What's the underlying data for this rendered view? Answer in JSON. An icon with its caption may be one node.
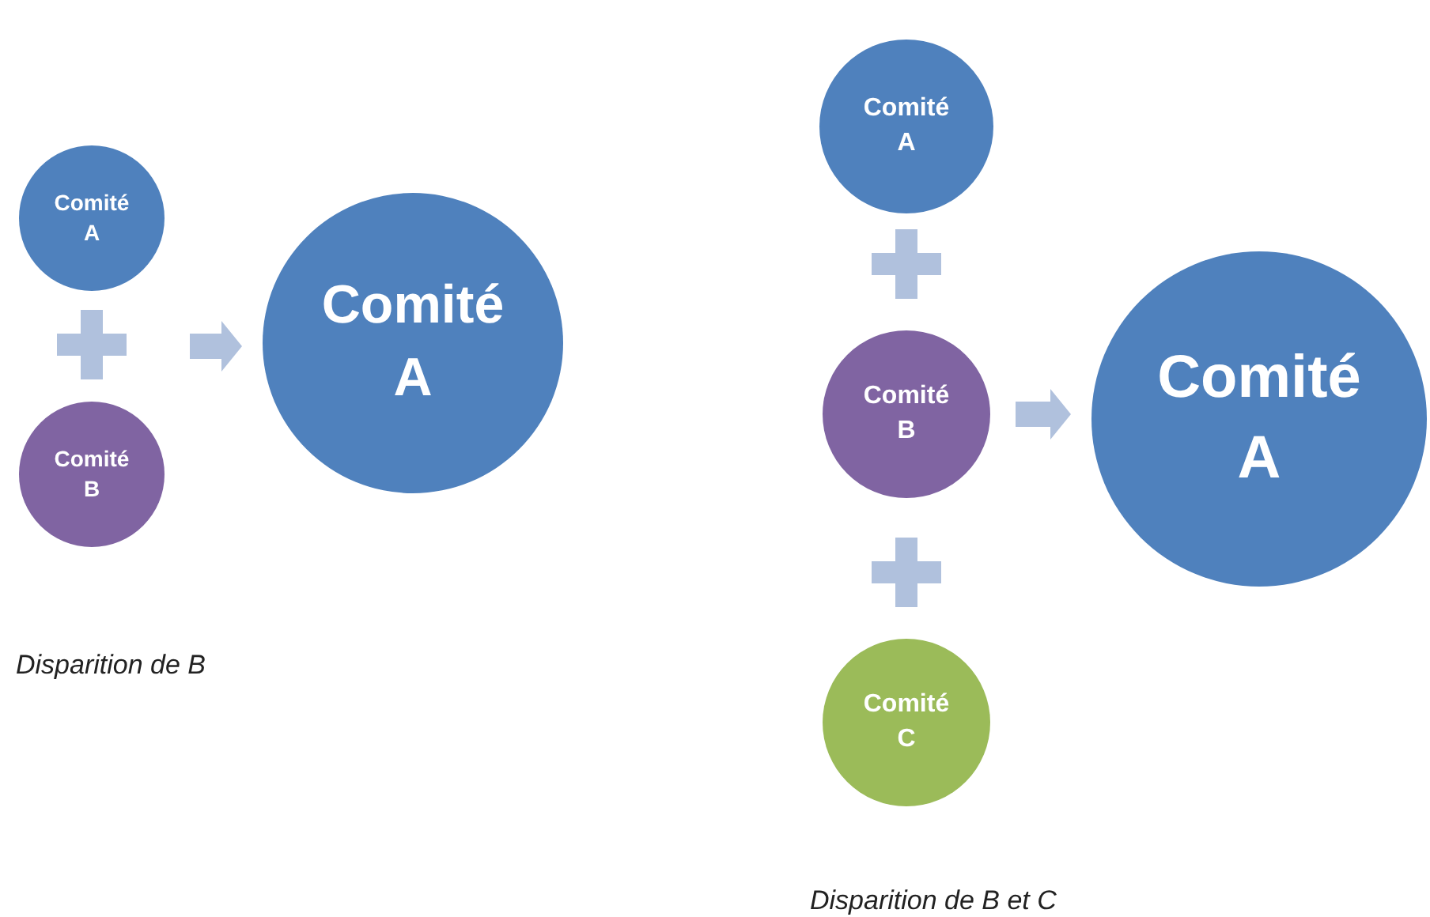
{
  "diagram": {
    "nodes": [
      {
        "text": [
          "Comité A"
        ]
      },
      {
        "text": [
          "Comité B"
        ]
      },
      {
        "text": [
          "Comité A"
        ]
      },
      {
        "text": [
          "Comité A"
        ]
      },
      {
        "text": [
          "Comité B"
        ]
      },
      {
        "text": [
          "Comité C"
        ]
      },
      {
        "text": [
          "Comité A"
        ]
      }
    ],
    "edges": [
      {
        "from": 0,
        "to": 2,
        "arrow": "to"
      },
      {
        "from": 1,
        "to": 2,
        "arrow": "to"
      },
      {
        "from": 4,
        "to": 6,
        "arrow": "to"
      }
    ],
    "labels": [
      "Disparition de B",
      "Disparition de B et C"
    ]
  }
}
